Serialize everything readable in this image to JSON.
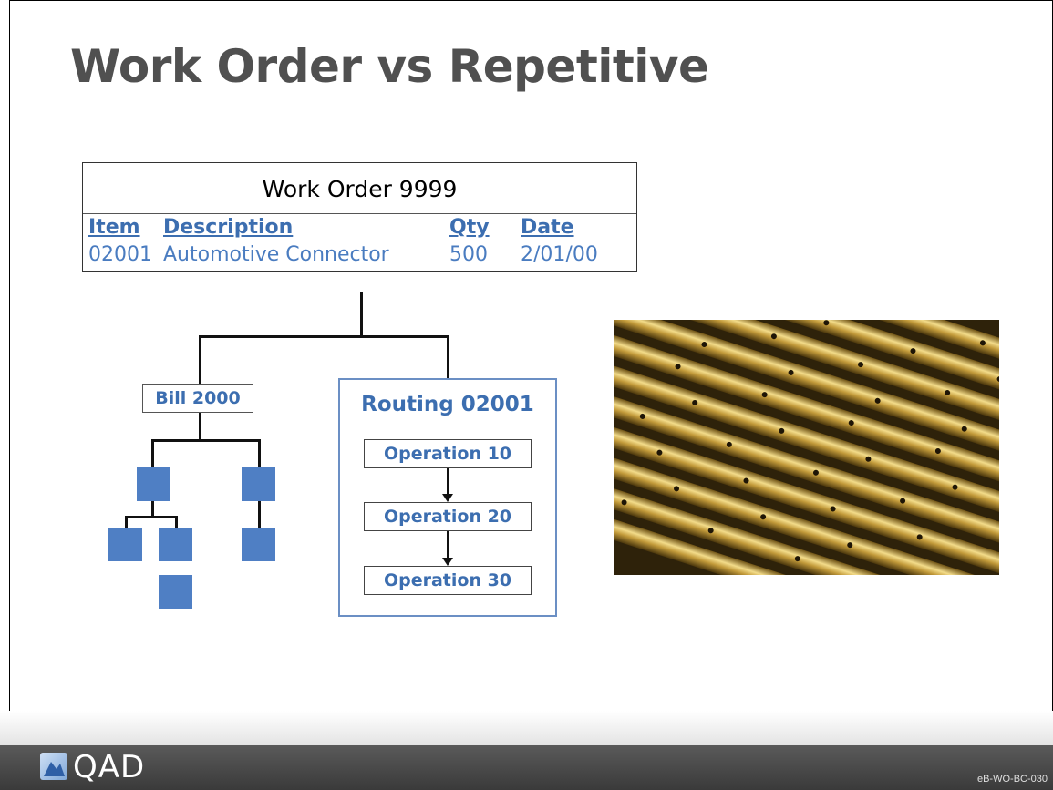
{
  "title": "Work Order vs Repetitive",
  "work_order": {
    "header": "Work Order 9999",
    "columns": [
      "Item",
      "Description",
      "Qty",
      "Date"
    ],
    "values": [
      "02001",
      "Automotive Connector",
      "500",
      "2/01/00"
    ]
  },
  "bill": {
    "label": "Bill 2000"
  },
  "routing": {
    "title": "Routing 02001",
    "operations": [
      "Operation 10",
      "Operation 20",
      "Operation 30"
    ]
  },
  "footer": {
    "logo_text": "QAD",
    "slide_code": "eB-WO-BC-030"
  },
  "colors": {
    "title": "#505050",
    "accent_blue": "#3c6eb0",
    "square_blue": "#4f7fc4",
    "footer": "#4a4a4a"
  },
  "icons": [
    "qad-logo-icon"
  ]
}
